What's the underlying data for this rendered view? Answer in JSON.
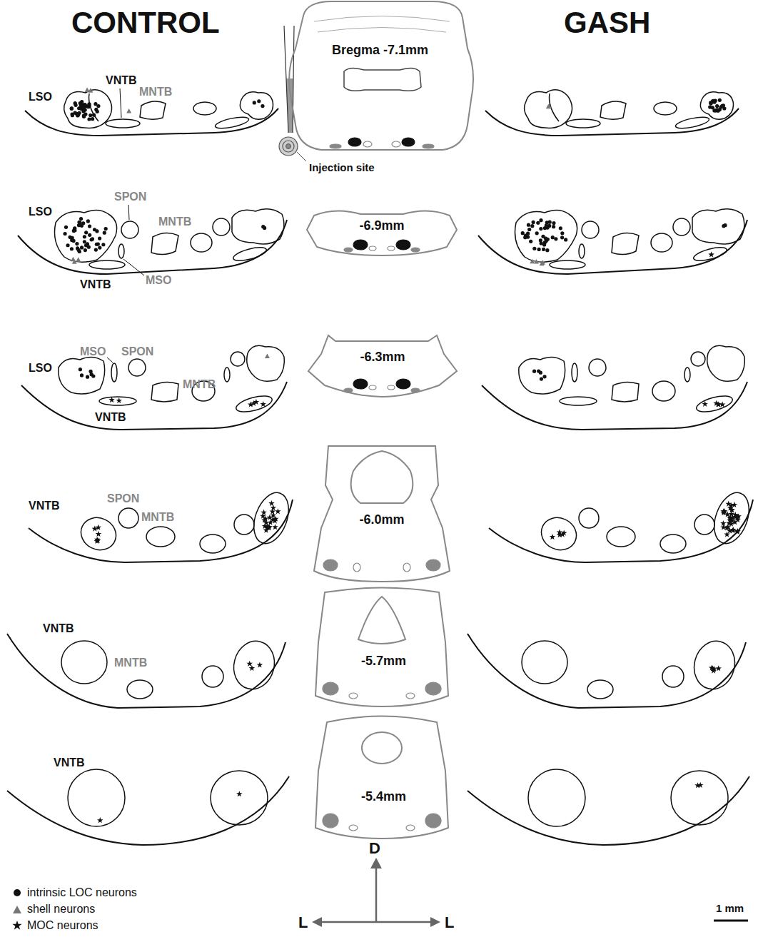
{
  "diagram": {
    "nodes": [
      {
        "text": [
          "Bregma -7.1mm"
        ]
      },
      {
        "text": [
          "-6.9mm"
        ]
      },
      {
        "text": [
          "-6.3mm"
        ]
      },
      {
        "text": [
          "-6.0mm"
        ]
      },
      {
        "text": [
          "-5.7mm"
        ]
      },
      {
        "text": [
          "-5.4mm"
        ]
      }
    ],
    "labels": [
      "CONTROL",
      "GASH",
      "Injection site",
      "LSO",
      "VNTB",
      "MNTB",
      "LSO",
      "SPON",
      "MNTB",
      "MSO",
      "VNTB",
      "MSO",
      "LSO",
      "SPON",
      "MNTB",
      "VNTB",
      "VNTB",
      "SPON",
      "MNTB",
      "VNTB",
      "MNTB",
      "VNTB",
      "D",
      "L",
      "L",
      "1 mm"
    ],
    "legend": [
      {
        "text": "intrinsic LOC neurons"
      },
      {
        "text": "shell neurons"
      },
      {
        "text": "MOC neurons"
      }
    ]
  }
}
